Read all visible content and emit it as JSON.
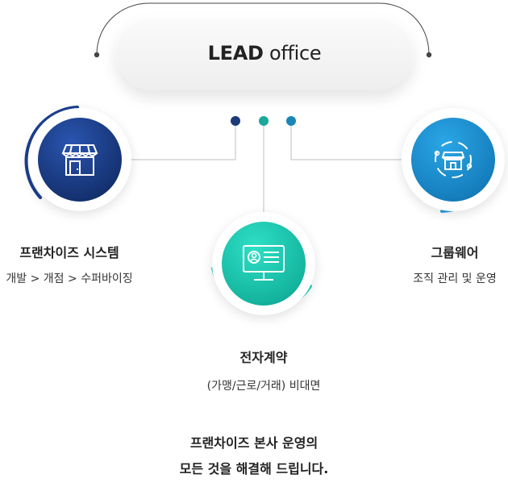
{
  "center": {
    "title_bold": "LEAD",
    "title_rest": " office"
  },
  "nodes": {
    "franchise": {
      "title": "프랜차이즈 시스템",
      "subtitle": "개발 > 개점 > 수퍼바이징",
      "icon": "store-icon"
    },
    "contract": {
      "title": "전자계약",
      "subtitle": "(가맹/근로/거래) 비대면",
      "icon": "monitor-profile-icon"
    },
    "groupware": {
      "title": "그룹웨어",
      "subtitle": "조직 관리 및 운영",
      "icon": "shop-network-icon"
    }
  },
  "footer": {
    "line1": "프랜차이즈 본사 운영의",
    "line2": "모든 것을 해결해 드립니다."
  },
  "colors": {
    "navy": "#1b3f8f",
    "teal": "#17b5a6",
    "blue": "#1a86c4",
    "dot_navy": "#1d3a7a",
    "dot_teal": "#1aa89b",
    "dot_blue": "#1887b8"
  }
}
